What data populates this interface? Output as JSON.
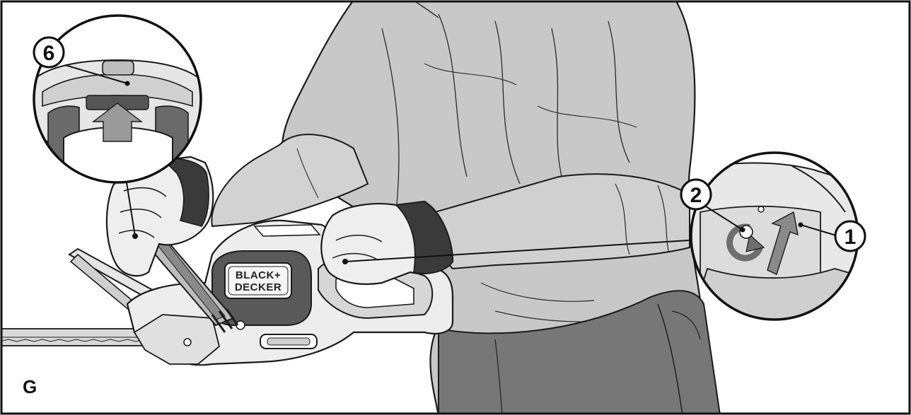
{
  "figure": {
    "label": "G",
    "brand": "BLACK+DECKER",
    "callouts": [
      {
        "id": "6",
        "text": "6"
      },
      {
        "id": "2",
        "text": "2"
      },
      {
        "id": "1",
        "text": "1"
      }
    ]
  }
}
